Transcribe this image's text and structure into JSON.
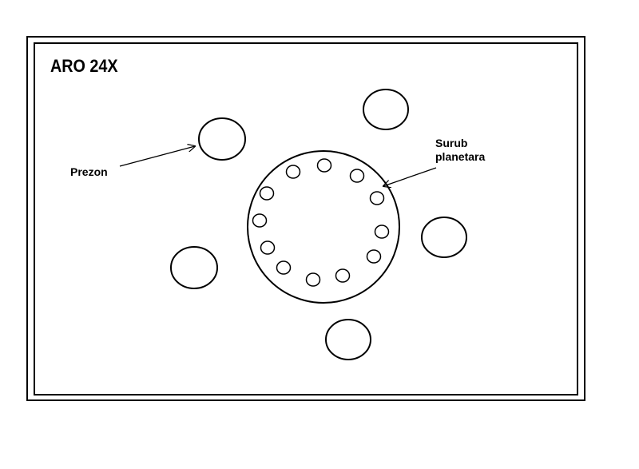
{
  "title": "ARO 24X",
  "labels": {
    "prezon": "Prezon",
    "surub_line1": "Surub",
    "surub_line2": "planetara"
  },
  "colors": {
    "stroke": "#000000",
    "background": "#ffffff"
  },
  "counts": {
    "bolt_holes": 12,
    "studs": 5
  }
}
